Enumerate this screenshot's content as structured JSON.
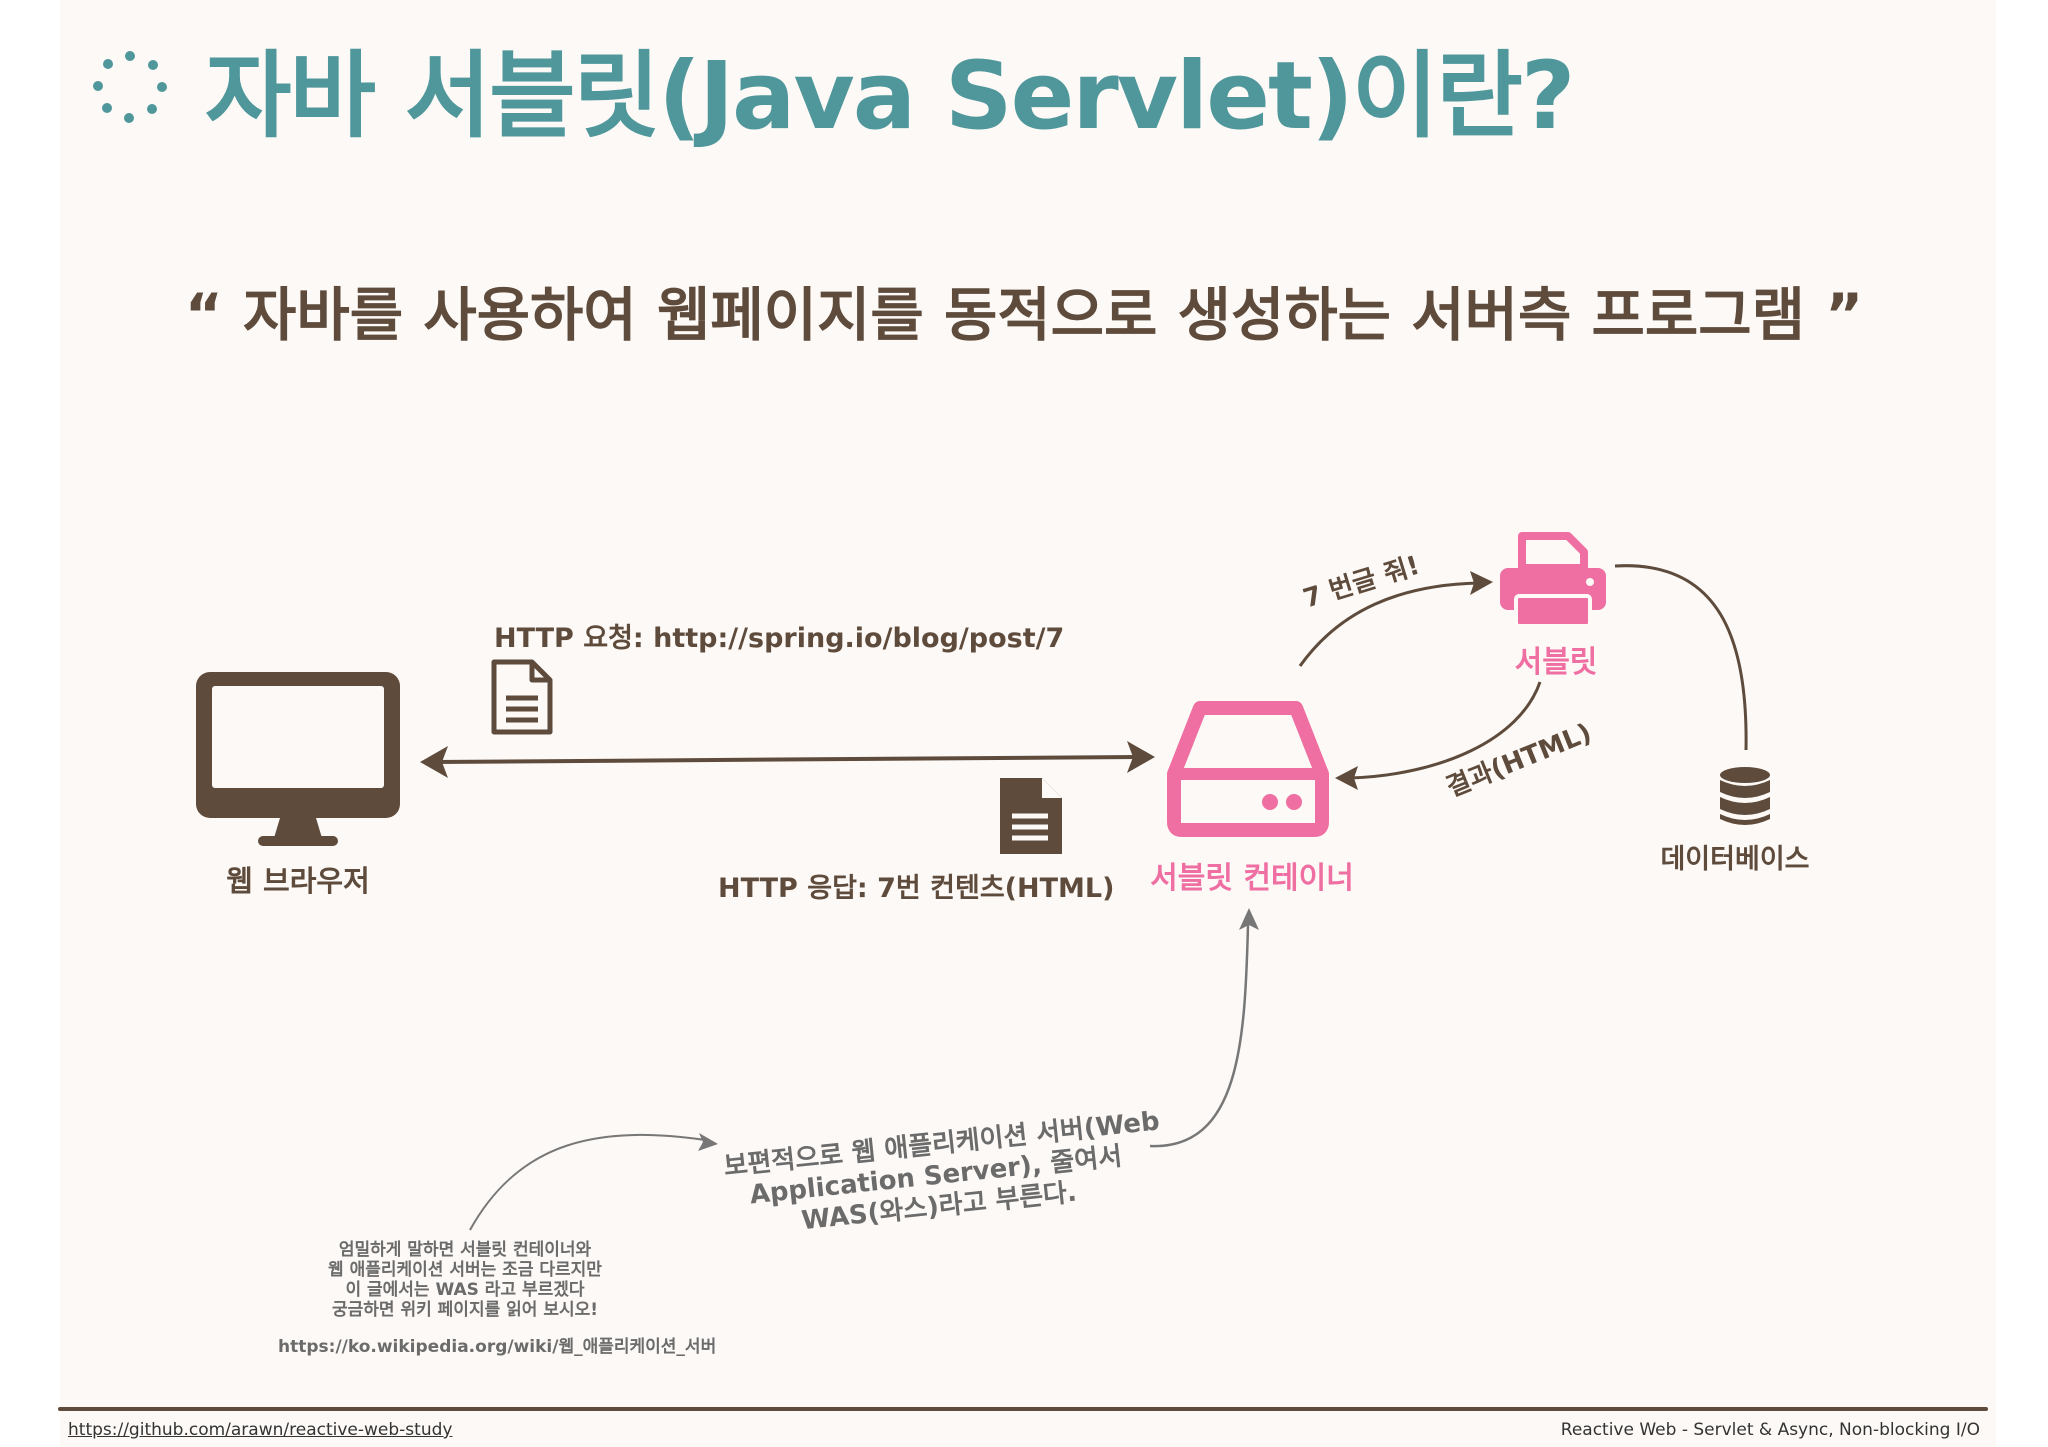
{
  "title": "자바 서블릿(Java Servlet)이란?",
  "quote": "“ 자바를 사용하여 웹페이지를 동적으로 생성하는 서버측 프로그램 ”",
  "nodes": {
    "browser": "웹 브라우저",
    "container": "서블릿 컨테이너",
    "servlet": "서블릿",
    "database": "데이터베이스"
  },
  "edges": {
    "request": "HTTP 요청: http://spring.io/blog/post/7",
    "response": "HTTP 응답: 7번 컨텐츠(HTML)",
    "ask": "7 번글 줘!",
    "result": "결과(HTML)"
  },
  "was_note": {
    "lines": [
      "보편적으로 웹 애플리케이션 서버(Web",
      "Application Server), 줄여서",
      "WAS(와스)라고 부른다."
    ]
  },
  "strict_note": {
    "lines": [
      "엄밀하게 말하면 서블릿 컨테이너와",
      "웹 애플리케이션 서버는 조금 다르지만",
      "이 글에서는 WAS 라고 부르겠다",
      "궁금하면 위키 페이지를 읽어 보시오!"
    ],
    "link": "https://ko.wikipedia.org/wiki/웹_애플리케이션_서버"
  },
  "footer": {
    "left": "https://github.com/arawn/reactive-web-study",
    "right": "Reactive Web - Servlet & Async, Non-blocking I/O"
  },
  "colors": {
    "title": "#4f979b",
    "dark": "#5e4b3c",
    "accent": "#ef6fa2",
    "muted": "#6b6b6b",
    "background": "#fcf9f6"
  },
  "icons": {
    "title": "dotted-circle-icon",
    "browser": "monitor-icon",
    "container": "server-icon",
    "servlet": "printer-icon",
    "database": "database-icon",
    "request_doc": "document-outline-icon",
    "response_doc": "document-filled-icon"
  }
}
